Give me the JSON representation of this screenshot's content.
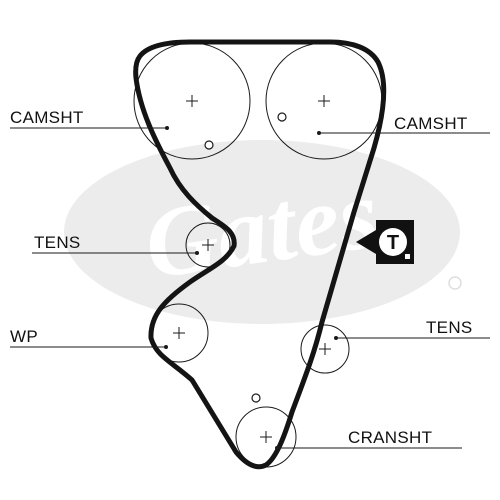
{
  "labels": {
    "camshaft_left": "CAMSHT",
    "camshaft_right": "CAMSHT",
    "tensioner_left": "TENS",
    "water_pump": "WP",
    "tensioner_right": "TENS",
    "crankshaft": "CRANSHT"
  },
  "badge": {
    "letter": "T"
  },
  "watermark": {
    "text": "Gates",
    "color": "#e6e6e6"
  },
  "colors": {
    "belt": "#141414",
    "line": "#1a1a1a",
    "text": "#111111",
    "badge_background": "#111111",
    "badge_circle": "#ffffff"
  }
}
